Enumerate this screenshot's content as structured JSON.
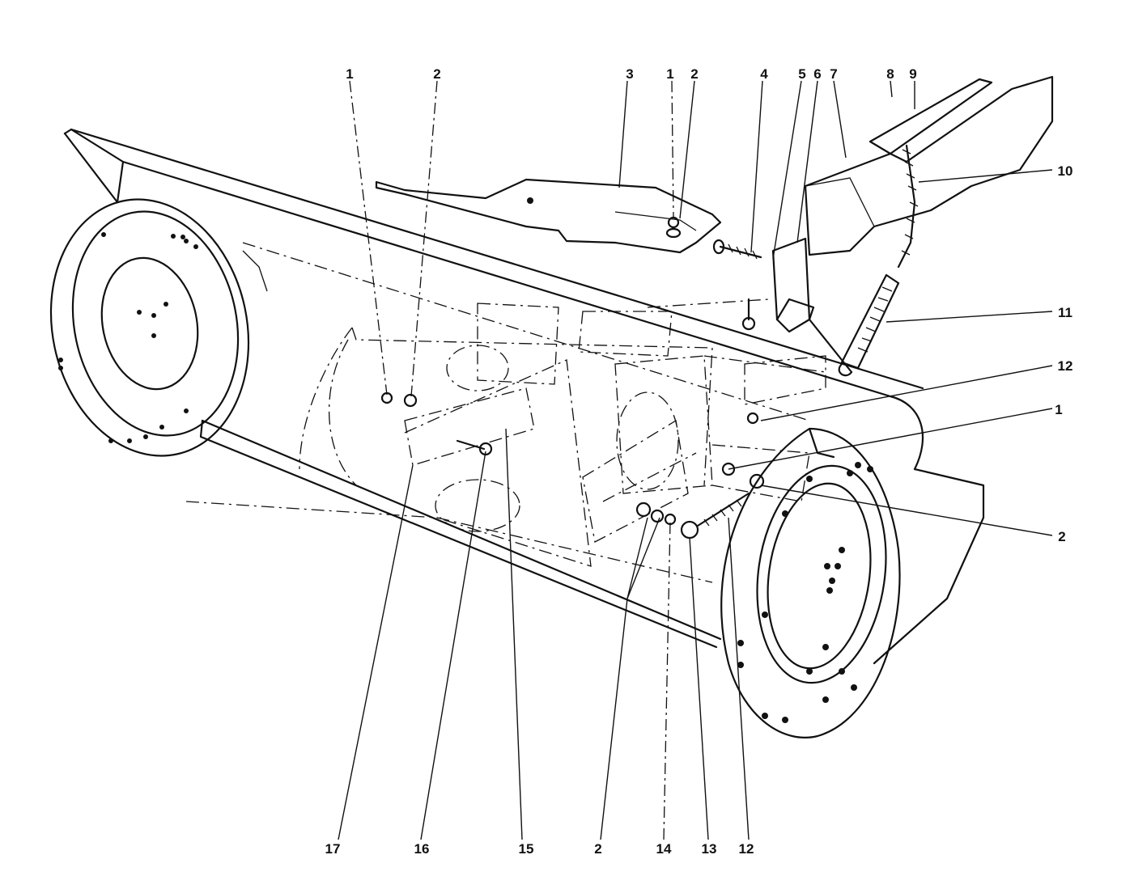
{
  "callouts": {
    "top_1a": "1",
    "top_2a": "2",
    "top_3": "3",
    "top_1b": "1",
    "top_2b": "2",
    "top_4": "4",
    "top_5": "5",
    "top_6": "6",
    "top_7": "7",
    "top_8": "8",
    "top_9": "9",
    "right_10": "10",
    "right_11": "11",
    "right_12": "12",
    "right_1": "1",
    "right_2": "2",
    "bottom_17": "17",
    "bottom_16": "16",
    "bottom_15": "15",
    "bottom_2": "2",
    "bottom_14": "14",
    "bottom_13": "13",
    "bottom_12": "12"
  }
}
